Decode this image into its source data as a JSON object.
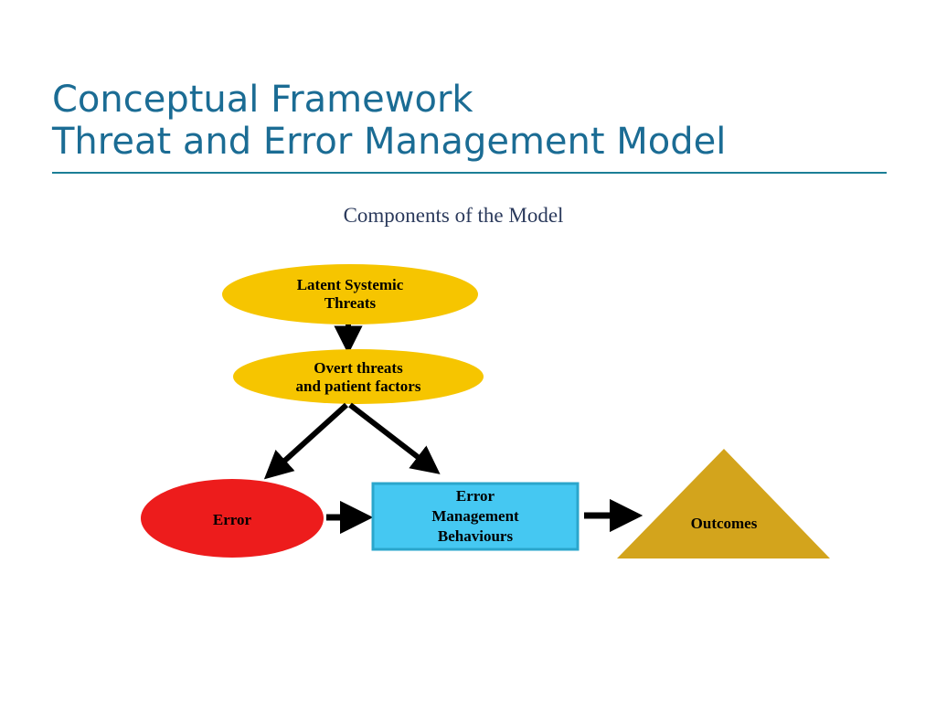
{
  "slide": {
    "title_line_1": "Conceptual Framework",
    "title_line_2": "Threat and Error Management Model",
    "title_color": "#1B6C94",
    "rule_color": "#1B7E96",
    "background": "#FFFFFF"
  },
  "diagram": {
    "heading": "Components of the Model",
    "heading_color": "#2B3A5C",
    "nodes": [
      {
        "id": "latent-systemic-threats",
        "shape": "ellipse",
        "fill": "#F6C500",
        "text_color": "#000000",
        "lines": [
          "Latent Systemic",
          "Threats"
        ]
      },
      {
        "id": "overt-threats",
        "shape": "ellipse",
        "fill": "#F6C500",
        "text_color": "#000000",
        "lines": [
          "Overt threats",
          "and patient factors"
        ]
      },
      {
        "id": "error",
        "shape": "ellipse",
        "fill": "#ED1C1C",
        "text_color": "#000000",
        "lines": [
          "Error"
        ]
      },
      {
        "id": "error-management-behaviours",
        "shape": "rectangle",
        "fill": "#45C8F2",
        "stroke": "#2AA6CC",
        "text_color": "#000000",
        "lines": [
          "Error",
          "Management",
          "Behaviours"
        ]
      },
      {
        "id": "outcomes",
        "shape": "triangle",
        "fill": "#D3A41C",
        "text_color": "#000000",
        "lines": [
          "Outcomes"
        ]
      }
    ],
    "arrows": [
      {
        "id": "latent-to-overt",
        "from": "latent-systemic-threats",
        "to": "overt-threats",
        "direction": "down",
        "color": "#000000"
      },
      {
        "id": "overt-to-error",
        "from": "overt-threats",
        "to": "error",
        "direction": "down-left",
        "color": "#000000"
      },
      {
        "id": "overt-to-emb",
        "from": "overt-threats",
        "to": "error-management-behaviours",
        "direction": "down-right",
        "color": "#000000"
      },
      {
        "id": "error-to-emb",
        "from": "error",
        "to": "error-management-behaviours",
        "direction": "right",
        "color": "#000000"
      },
      {
        "id": "emb-to-outcomes",
        "from": "error-management-behaviours",
        "to": "outcomes",
        "direction": "right",
        "color": "#000000"
      }
    ]
  }
}
